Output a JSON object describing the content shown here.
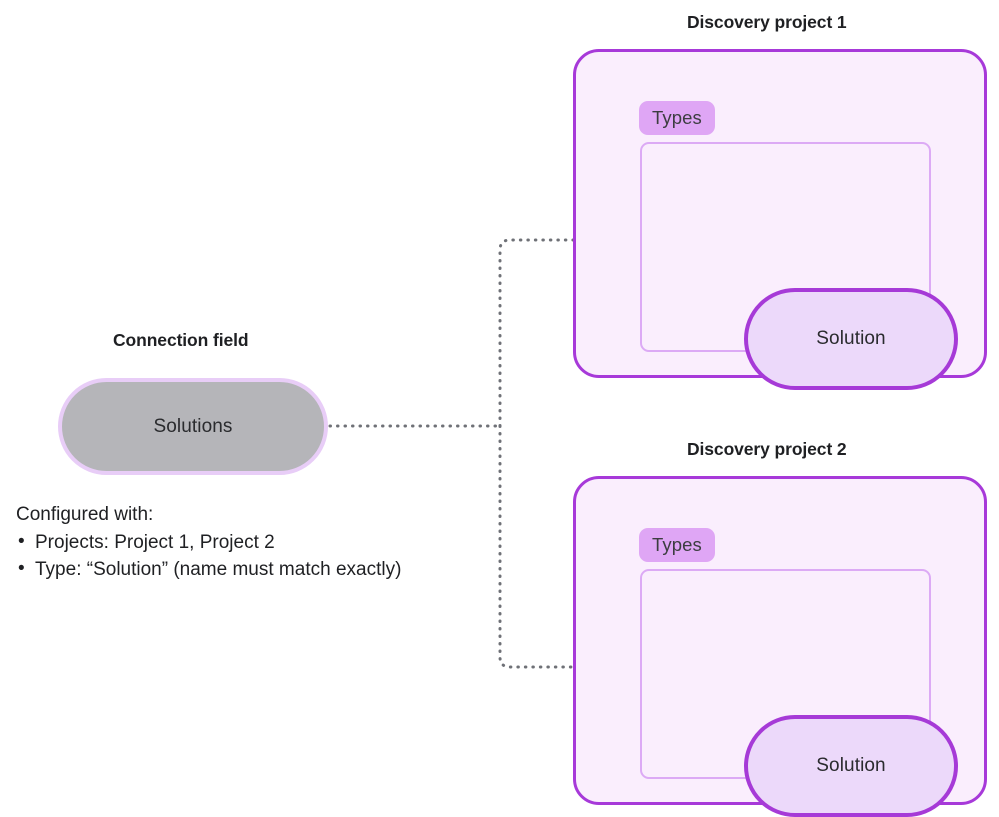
{
  "diagram": {
    "connection_field": {
      "caption": "Connection field",
      "pill_label": "Solutions",
      "configured_intro": "Configured with:",
      "configured_items": [
        "Projects: Project 1, Project 2",
        "Type: “Solution” (name must match exactly)"
      ]
    },
    "projects": [
      {
        "caption": "Discovery project 1",
        "badge_label": "Types",
        "solution_label": "Solution"
      },
      {
        "caption": "Discovery project 2",
        "badge_label": "Types",
        "solution_label": "Solution"
      }
    ],
    "colors": {
      "card_border": "#a739d9",
      "card_background": "#faeefd",
      "badge_background": "#dfa6f5",
      "types_box_border": "#dcaaf5",
      "solution_fill": "#ecd9fa",
      "solution_border": "#a63ad7",
      "field_fill": "#b5b5b9",
      "field_border": "#e8cdf7",
      "connector": "#6f7177",
      "text": "#1f2023"
    }
  }
}
